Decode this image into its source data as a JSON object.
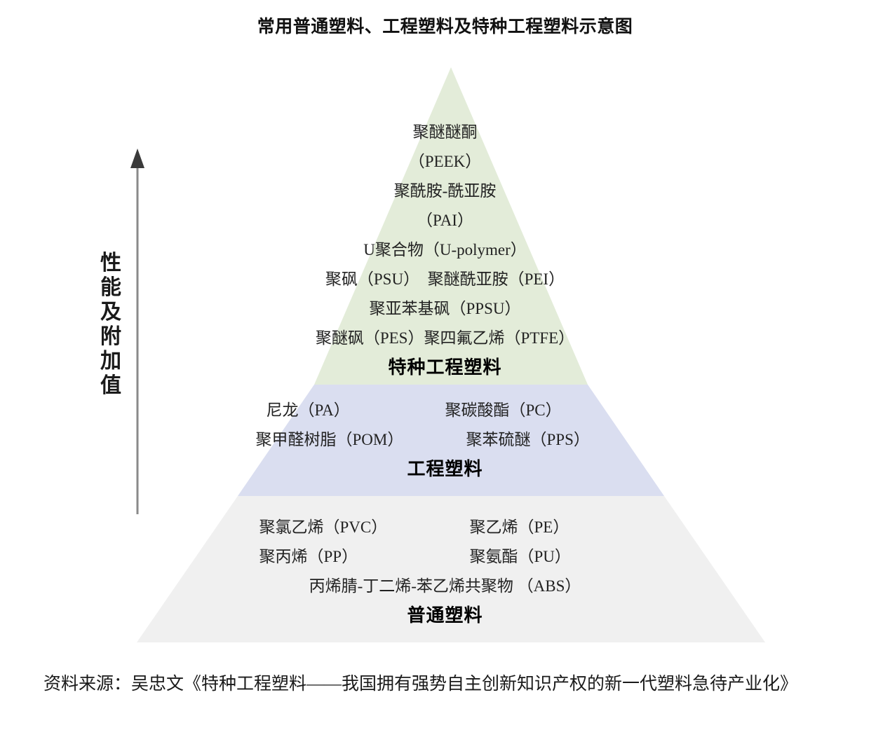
{
  "title": "常用普通塑料、工程塑料及特种工程塑料示意图",
  "axis": {
    "label": "性能及附加值",
    "arrow_icon": "up-arrow-icon",
    "direction": "up"
  },
  "colors": {
    "special": "#e3ecd9",
    "engineering": "#dadef0",
    "general": "#f0f0f0",
    "title_text": "#111111",
    "body_text": "#222222",
    "axis_line": "#8a8a8a"
  },
  "chart_data": {
    "type": "pyramid",
    "title": "常用普通塑料、工程塑料及特种工程塑料示意图",
    "ylabel": "性能及附加值",
    "legend_position": "none",
    "grid": false,
    "tiers": [
      {
        "id": "special",
        "name": "特种工程塑料",
        "color": "#e3ecd9",
        "rank": 3,
        "lines": [
          "聚醚醚酮",
          "（PEEK）",
          "聚酰胺-酰亚胺",
          "（PAI）",
          "U聚合物（U-polymer）",
          "聚砜（PSU）  聚醚酰亚胺（PEI）",
          "聚亚苯基砜（PPSU）",
          "聚醚砜（PES）聚四氟乙烯（PTFE）"
        ],
        "materials": [
          "聚醚醚酮（PEEK）",
          "聚酰胺-酰亚胺（PAI）",
          "U聚合物（U-polymer）",
          "聚砜（PSU）",
          "聚醚酰亚胺（PEI）",
          "聚亚苯基砜（PPSU）",
          "聚醚砜（PES）",
          "聚四氟乙烯（PTFE）"
        ]
      },
      {
        "id": "engineering",
        "name": "工程塑料",
        "color": "#dadef0",
        "rank": 2,
        "rows": [
          {
            "left": "尼龙（PA）",
            "right": "聚碳酸酯（PC）"
          },
          {
            "left": "聚甲醛树脂（POM）",
            "right": "聚苯硫醚（PPS）"
          }
        ],
        "materials": [
          "尼龙（PA）",
          "聚碳酸酯（PC）",
          "聚甲醛树脂（POM）",
          "聚苯硫醚（PPS）"
        ]
      },
      {
        "id": "general",
        "name": "普通塑料",
        "color": "#f0f0f0",
        "rank": 1,
        "rows": [
          {
            "left": "聚氯乙烯（PVC）",
            "right": "聚乙烯（PE）"
          },
          {
            "left": "聚丙烯（PP）",
            "right": "聚氨酯（PU）"
          }
        ],
        "wide_line": "丙烯腈-丁二烯-苯乙烯共聚物 （ABS）",
        "materials": [
          "聚氯乙烯（PVC）",
          "聚乙烯（PE）",
          "聚丙烯（PP）",
          "聚氨酯（PU）",
          "丙烯腈-丁二烯-苯乙烯共聚物（ABS）"
        ]
      }
    ]
  },
  "source": {
    "text": "资料来源：吴忠文《特种工程塑料——我国拥有强势自主创新知识产权的新一代塑料急待产业化》"
  }
}
